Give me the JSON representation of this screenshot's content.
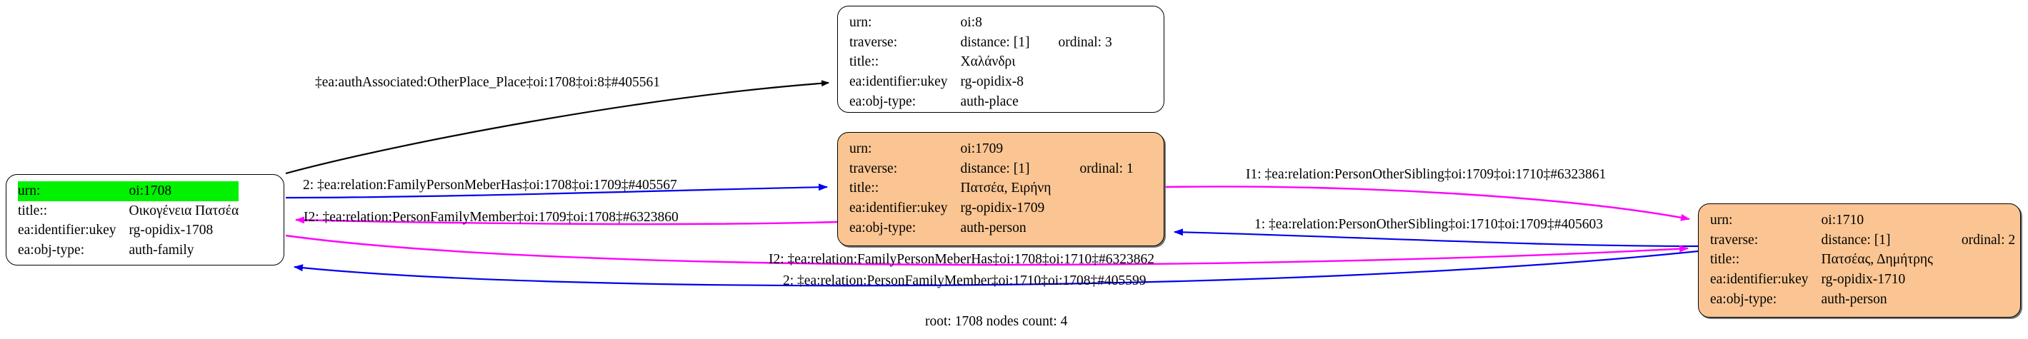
{
  "graph": {
    "caption": "root: 1708 nodes count: 4",
    "colors": {
      "node_fill_person": "#fac592",
      "node_fill_plain": "#ffffff",
      "highlight_green": "#00f200",
      "edge_black": "#000000",
      "edge_blue": "#0000ee",
      "edge_magenta": "#ff00ff",
      "border": "#000000"
    }
  },
  "nodes": [
    {
      "id": "oi-1708",
      "name": "node-oi-1708-auth-family",
      "fill": "plain",
      "highlight_first_row": true,
      "rows": [
        {
          "key": "urn:",
          "value": "oi:1708",
          "extra": ""
        },
        {
          "key": "title::",
          "value": "Οικογένεια Πατσέα",
          "extra": ""
        },
        {
          "key": "ea:identifier:ukey",
          "value": "rg-opidix-1708",
          "extra": ""
        },
        {
          "key": "ea:obj-type:",
          "value": "auth-family",
          "extra": ""
        }
      ]
    },
    {
      "id": "oi-8",
      "name": "node-oi-8-auth-place",
      "fill": "plain",
      "highlight_first_row": false,
      "rows": [
        {
          "key": "urn:",
          "value": "oi:8",
          "extra": ""
        },
        {
          "key": "traverse:",
          "value": "distance: [1]",
          "extra": "ordinal: 3"
        },
        {
          "key": "title::",
          "value": "Χαλάνδρι",
          "extra": ""
        },
        {
          "key": "ea:identifier:ukey",
          "value": "rg-opidix-8",
          "extra": ""
        },
        {
          "key": "ea:obj-type:",
          "value": "auth-place",
          "extra": ""
        }
      ]
    },
    {
      "id": "oi-1709",
      "name": "node-oi-1709-auth-person",
      "fill": "person",
      "highlight_first_row": false,
      "rows": [
        {
          "key": "urn:",
          "value": "oi:1709",
          "extra": ""
        },
        {
          "key": "traverse:",
          "value": "distance: [1]",
          "extra": "ordinal: 1"
        },
        {
          "key": "title::",
          "value": "Πατσέα, Ειρήνη",
          "extra": ""
        },
        {
          "key": "ea:identifier:ukey",
          "value": "rg-opidix-1709",
          "extra": ""
        },
        {
          "key": "ea:obj-type:",
          "value": "auth-person",
          "extra": ""
        }
      ]
    },
    {
      "id": "oi-1710",
      "name": "node-oi-1710-auth-person",
      "fill": "person",
      "highlight_first_row": false,
      "rows": [
        {
          "key": "urn:",
          "value": "oi:1710",
          "extra": ""
        },
        {
          "key": "traverse:",
          "value": "distance: [1]",
          "extra": "ordinal: 2"
        },
        {
          "key": "title::",
          "value": "Πατσέας, Δημήτρης",
          "extra": ""
        },
        {
          "key": "ea:identifier:ukey",
          "value": "rg-opidix-1710",
          "extra": ""
        },
        {
          "key": "ea:obj-type:",
          "value": "auth-person",
          "extra": ""
        }
      ]
    }
  ],
  "edges": [
    {
      "name": "edge-1708-to-8-authassociated-otherplace",
      "label": "‡ea:authAssociated:OtherPlace_Place‡oi:1708‡oi:8‡#405561",
      "color": "#000000",
      "from": "oi-1708",
      "to": "oi-8"
    },
    {
      "name": "edge-1708-to-1709-familypersonmeberhas",
      "label": "2: ‡ea:relation:FamilyPersonMeberHas‡oi:1708‡oi:1709‡#405567",
      "color": "#0000ee",
      "from": "oi-1708",
      "to": "oi-1709"
    },
    {
      "name": "edge-1709-to-1708-personfamilymember",
      "label": "I2: ‡ea:relation:PersonFamilyMember‡oi:1709‡oi:1708‡#6323860",
      "color": "#ff00ff",
      "from": "oi-1709",
      "to": "oi-1708"
    },
    {
      "name": "edge-1709-to-1710-personothersibling",
      "label": "I1: ‡ea:relation:PersonOtherSibling‡oi:1709‡oi:1710‡#6323861",
      "color": "#ff00ff",
      "from": "oi-1709",
      "to": "oi-1710"
    },
    {
      "name": "edge-1710-to-1709-personothersibling",
      "label": "1: ‡ea:relation:PersonOtherSibling‡oi:1710‡oi:1709‡#405603",
      "color": "#0000ee",
      "from": "oi-1710",
      "to": "oi-1709"
    },
    {
      "name": "edge-1708-to-1710-familypersonmeberhas",
      "label": "I2: ‡ea:relation:FamilyPersonMeberHas‡oi:1708‡oi:1710‡#6323862",
      "color": "#ff00ff",
      "from": "oi-1708",
      "to": "oi-1710"
    },
    {
      "name": "edge-1710-to-1708-personfamilymember",
      "label": "2: ‡ea:relation:PersonFamilyMember‡oi:1710‡oi:1708‡#405599",
      "color": "#0000ee",
      "from": "oi-1710",
      "to": "oi-1708"
    }
  ]
}
